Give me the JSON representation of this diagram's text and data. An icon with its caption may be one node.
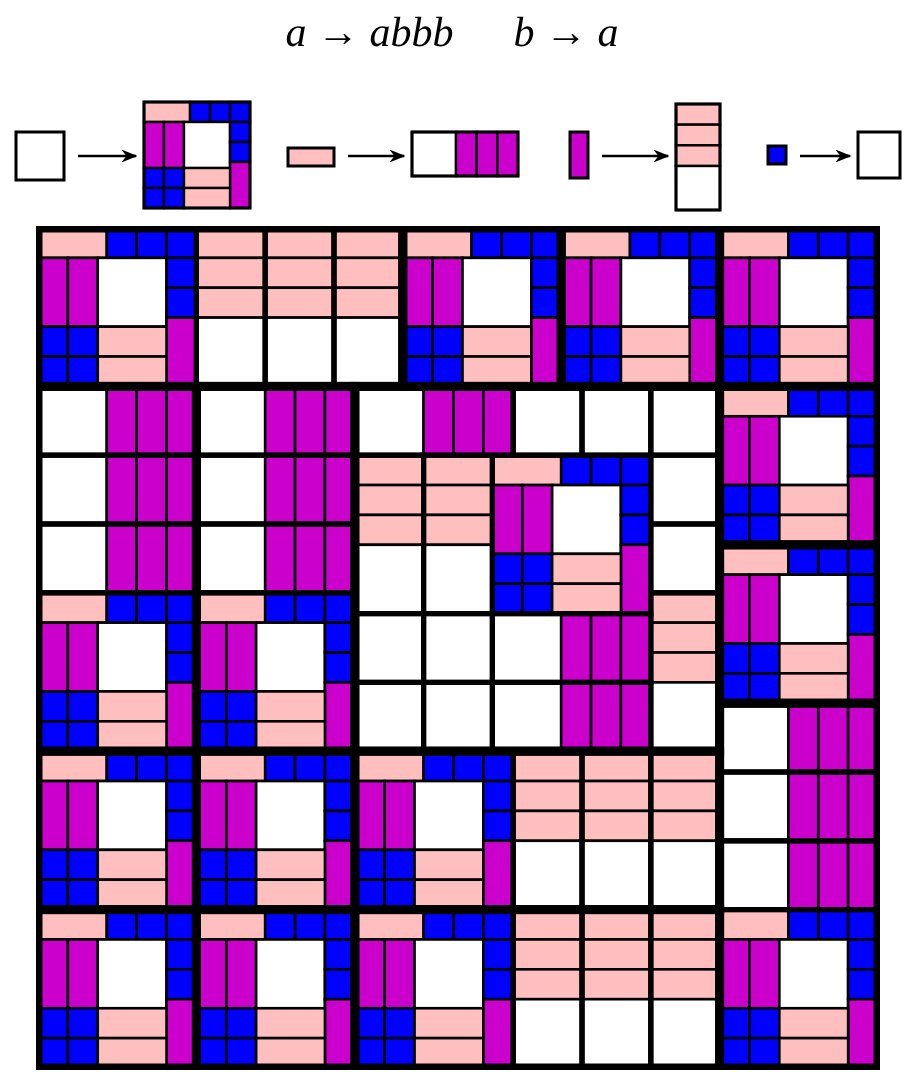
{
  "diagram": {
    "title": "a → abbb",
    "nodes": [
      {
        "text": [],
        "shape": "box"
      },
      {
        "text": [],
        "shape": "picture"
      },
      {
        "text": [],
        "shape": "bar"
      },
      {
        "text": [],
        "shape": "picture"
      },
      {
        "text": [],
        "shape": "bar"
      },
      {
        "text": [],
        "shape": "picture"
      },
      {
        "text": [],
        "shape": "box"
      },
      {
        "text": [],
        "shape": "box"
      }
    ],
    "edges": [
      {
        "from": 0,
        "to": 1,
        "arrow": "to"
      },
      {
        "from": 2,
        "to": 3,
        "arrow": "to"
      },
      {
        "from": 4,
        "to": 5,
        "arrow": "to"
      },
      {
        "from": 6,
        "to": 7,
        "arrow": "to"
      }
    ],
    "labels": [
      "b → a"
    ]
  }
}
